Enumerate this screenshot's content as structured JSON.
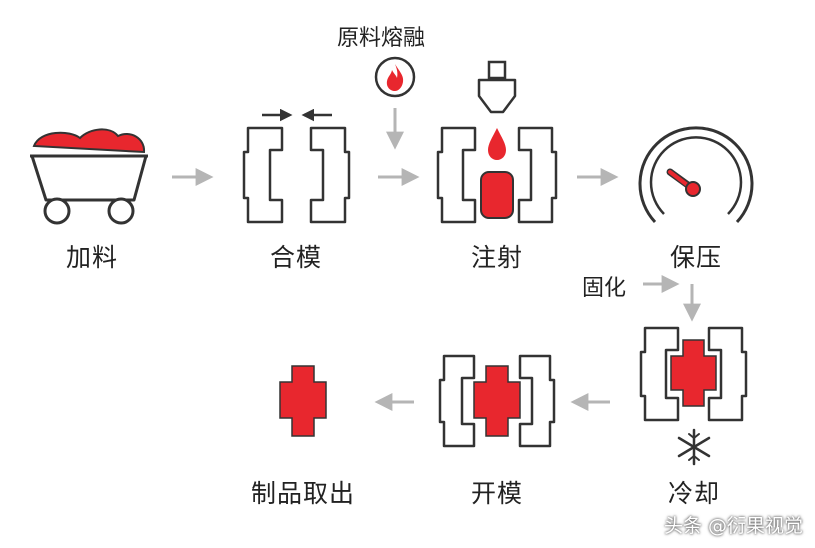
{
  "steps": {
    "feed": "加料",
    "close": "合模",
    "inject": "注射",
    "hold": "保压",
    "cool": "冷却",
    "open": "开模",
    "eject": "制品取出"
  },
  "notes": {
    "melt": "原料熔融",
    "solidify": "固化"
  },
  "watermark": "头条 @衍果视觉",
  "colors": {
    "accent": "#e8272e",
    "outline": "#333333",
    "arrow": "#b5b5b5"
  }
}
